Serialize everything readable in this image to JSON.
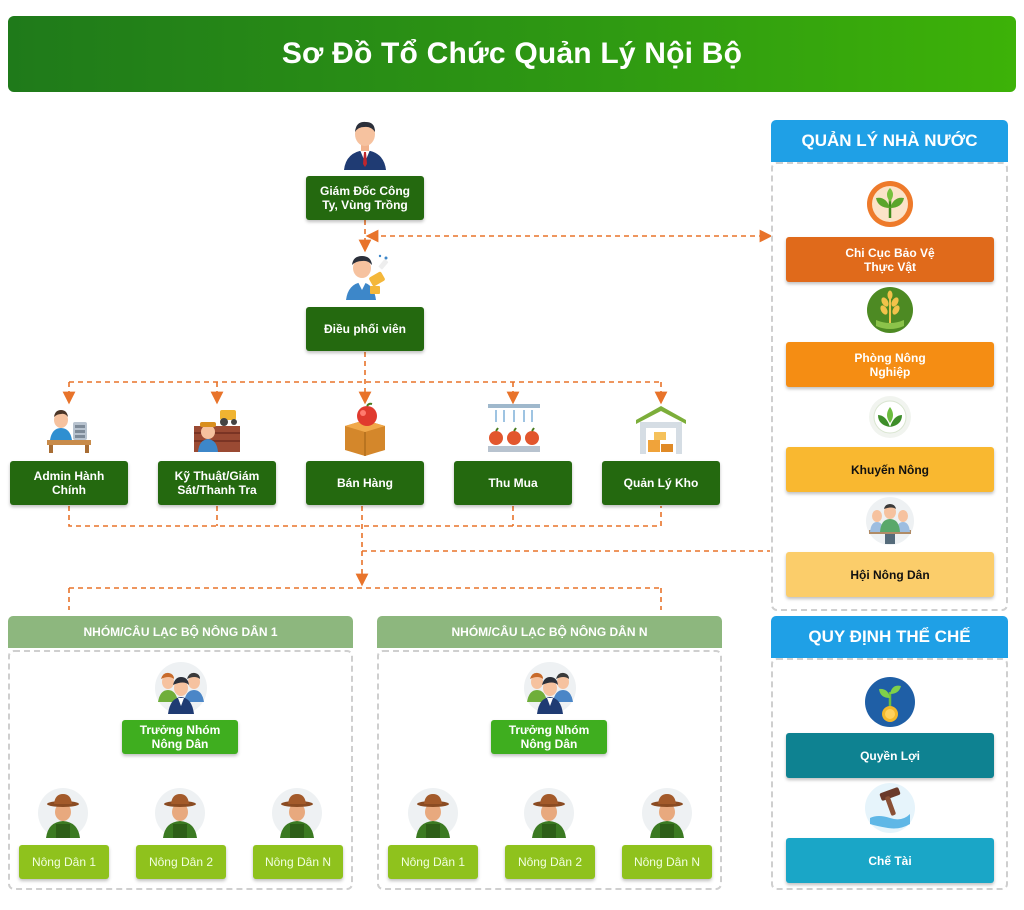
{
  "header": {
    "title": "Sơ Đồ Tổ Chức Quản Lý Nội Bộ"
  },
  "top": {
    "director": "Giám Đốc Công Ty, Vùng Trồng",
    "coordinator": "Điều phối viên"
  },
  "departments": [
    {
      "label": "Admin Hành Chính"
    },
    {
      "label": "Kỹ Thuật/Giám Sát/Thanh Tra"
    },
    {
      "label": "Bán Hàng"
    },
    {
      "label": "Thu Mua"
    },
    {
      "label": "Quản Lý Kho"
    }
  ],
  "groups": [
    {
      "title": "NHÓM/CÂU LẠC BỘ NÔNG DÂN 1",
      "leader": "Trưởng Nhóm Nông Dân",
      "farmers": [
        "Nông Dân 1",
        "Nông Dân 2",
        "Nông Dân N"
      ]
    },
    {
      "title": "NHÓM/CÂU LẠC BỘ NÔNG DÂN N",
      "leader": "Trưởng Nhóm Nông Dân",
      "farmers": [
        "Nông Dân 1",
        "Nông Dân 2",
        "Nông Dân N"
      ]
    }
  ],
  "state": {
    "title": "QUẢN LÝ NHÀ NƯỚC",
    "items": [
      {
        "label": "Chi Cục Bảo Vệ Thực Vật",
        "icon": "plant-protection-icon",
        "color": "#e06a1b"
      },
      {
        "label": "Phòng Nông Nghiệp",
        "icon": "wheat-icon",
        "color": "#f58d13"
      },
      {
        "label": "Khuyến Nông",
        "icon": "sprout-leaf-icon",
        "color": "#f9b830"
      },
      {
        "label": "Hội Nông Dân",
        "icon": "farmers-meeting-icon",
        "color": "#fbcd6a"
      }
    ]
  },
  "rules": {
    "title": "QUY ĐỊNH THỂ CHẾ",
    "items": [
      {
        "label": "Quyền Lợi",
        "icon": "coin-plant-icon",
        "color": "#0e8291"
      },
      {
        "label": "Chế Tài",
        "icon": "gavel-hand-icon",
        "color": "#1aa6c7"
      }
    ]
  },
  "colors": {
    "header": "#2b8f14",
    "box_dark": "#24690f",
    "box_leader": "#3fae1f",
    "box_farmer": "#8fc21d",
    "connector": "#e8732a",
    "panel_head_blue": "#1fa0e6",
    "group_head": "#8db77e"
  }
}
